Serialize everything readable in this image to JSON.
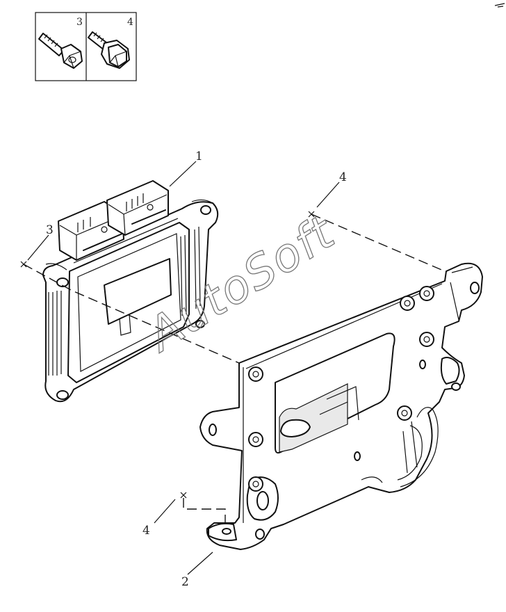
{
  "inset": {
    "left_callout": "3",
    "right_callout": "4"
  },
  "callouts": [
    {
      "id": "1",
      "part": "ecu-module"
    },
    {
      "id": "2",
      "part": "mounting-bracket"
    },
    {
      "id": "3",
      "part": "bolt"
    },
    {
      "id": "4",
      "part": "flange-bolt"
    },
    {
      "id": "4",
      "part": "flange-bolt"
    }
  ],
  "watermark": "AutoSoft",
  "colors": {
    "line": "#111111",
    "watermark": "#777777",
    "background": "#ffffff"
  }
}
